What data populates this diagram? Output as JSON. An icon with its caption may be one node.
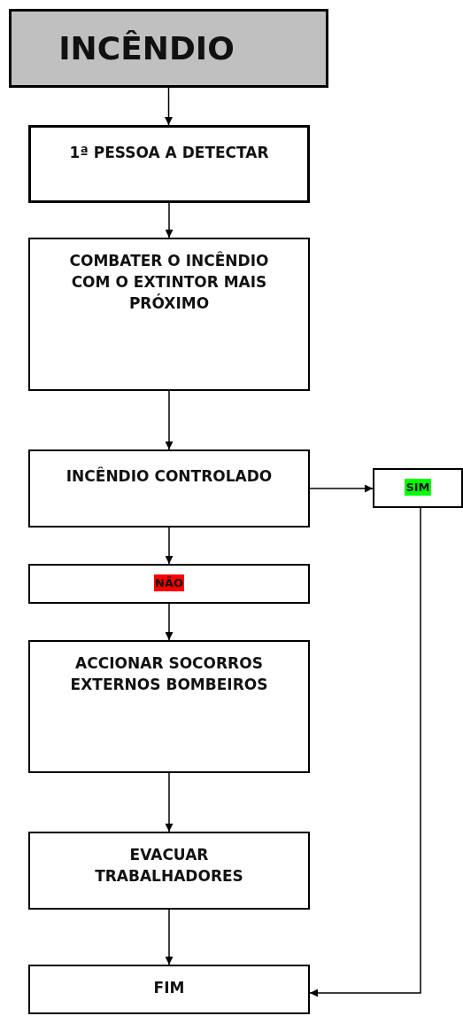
{
  "diagram": {
    "nodes": [
      {
        "text": [
          "INCÊNDIO"
        ]
      },
      {
        "text": [
          "1ª PESSOA A DETECTAR"
        ]
      },
      {
        "text": [
          "COMBATER O INCÊNDIO COM O EXTINTOR MAIS PRÓXIMO"
        ]
      },
      {
        "text": [
          "INCÊNDIO CONTROLADO"
        ]
      },
      {
        "text": [
          "NÃO"
        ]
      },
      {
        "text": [
          "SIM"
        ]
      },
      {
        "text": [
          "ACCIONAR SOCORROS EXTERNOS BOMBEIROS"
        ]
      },
      {
        "text": [
          "EVACUAR TRABALHADORES"
        ]
      },
      {
        "text": [
          "FIM"
        ]
      }
    ],
    "edges": [
      {
        "from": 0,
        "to": 1,
        "arrow": "to"
      },
      {
        "from": 1,
        "to": 2,
        "arrow": "to"
      },
      {
        "from": 2,
        "to": 3,
        "arrow": "to"
      },
      {
        "from": 3,
        "to": 5,
        "arrow": "to"
      },
      {
        "from": 3,
        "to": 4,
        "arrow": "to"
      },
      {
        "from": 4,
        "to": 6,
        "arrow": "to"
      },
      {
        "from": 6,
        "to": 7,
        "arrow": "to"
      },
      {
        "from": 7,
        "to": 8,
        "arrow": "to"
      },
      {
        "from": 5,
        "to": 8,
        "arrow": "to"
      }
    ]
  }
}
